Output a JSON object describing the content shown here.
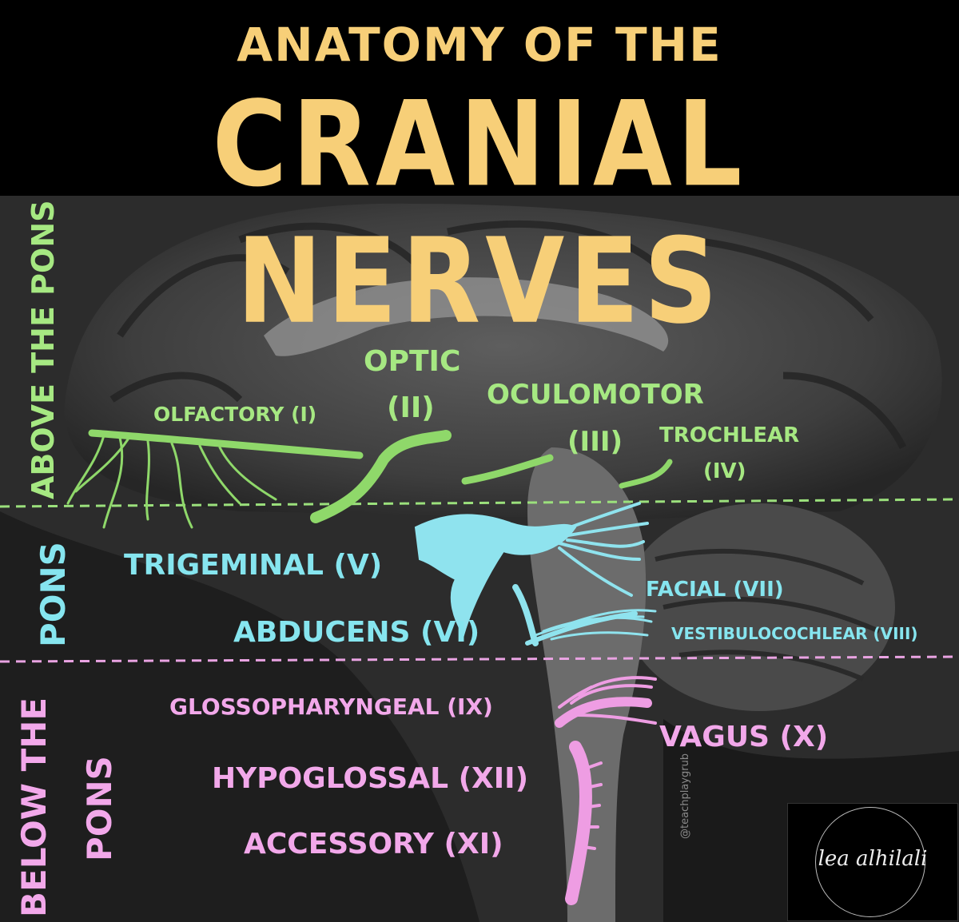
{
  "title": {
    "line1": "ANATOMY OF THE",
    "line2": "CRANIAL NERVES"
  },
  "sections": {
    "above": "ABOVE THE PONS",
    "pons": "PONS",
    "below_line1": "BELOW THE",
    "below_line2": "PONS"
  },
  "nerves": {
    "olfactory": "OLFACTORY (I)",
    "optic_name": "OPTIC",
    "optic_num": "(II)",
    "oculomotor_name": "OCULOMOTOR",
    "oculomotor_num": "(III)",
    "trochlear_name": "TROCHLEAR",
    "trochlear_num": "(IV)",
    "trigeminal": "TRIGEMINAL (V)",
    "abducens": "ABDUCENS (VI)",
    "facial": "FACIAL (VII)",
    "vestibulocochlear": "VESTIBULOCOCHLEAR (VIII)",
    "glossopharyngeal": "GLOSSOPHARYNGEAL (IX)",
    "vagus": "VAGUS (X)",
    "hypoglossal": "HYPOGLOSSAL (XII)",
    "accessory": "ACCESSORY (XI)"
  },
  "credits": {
    "watermark": "@teachplaygrub",
    "logo": "lea alhilali"
  },
  "colors": {
    "title": "#f7cf78",
    "above_pons": "#a6e882",
    "pons": "#86e5ef",
    "below_pons": "#f2a8ea"
  }
}
